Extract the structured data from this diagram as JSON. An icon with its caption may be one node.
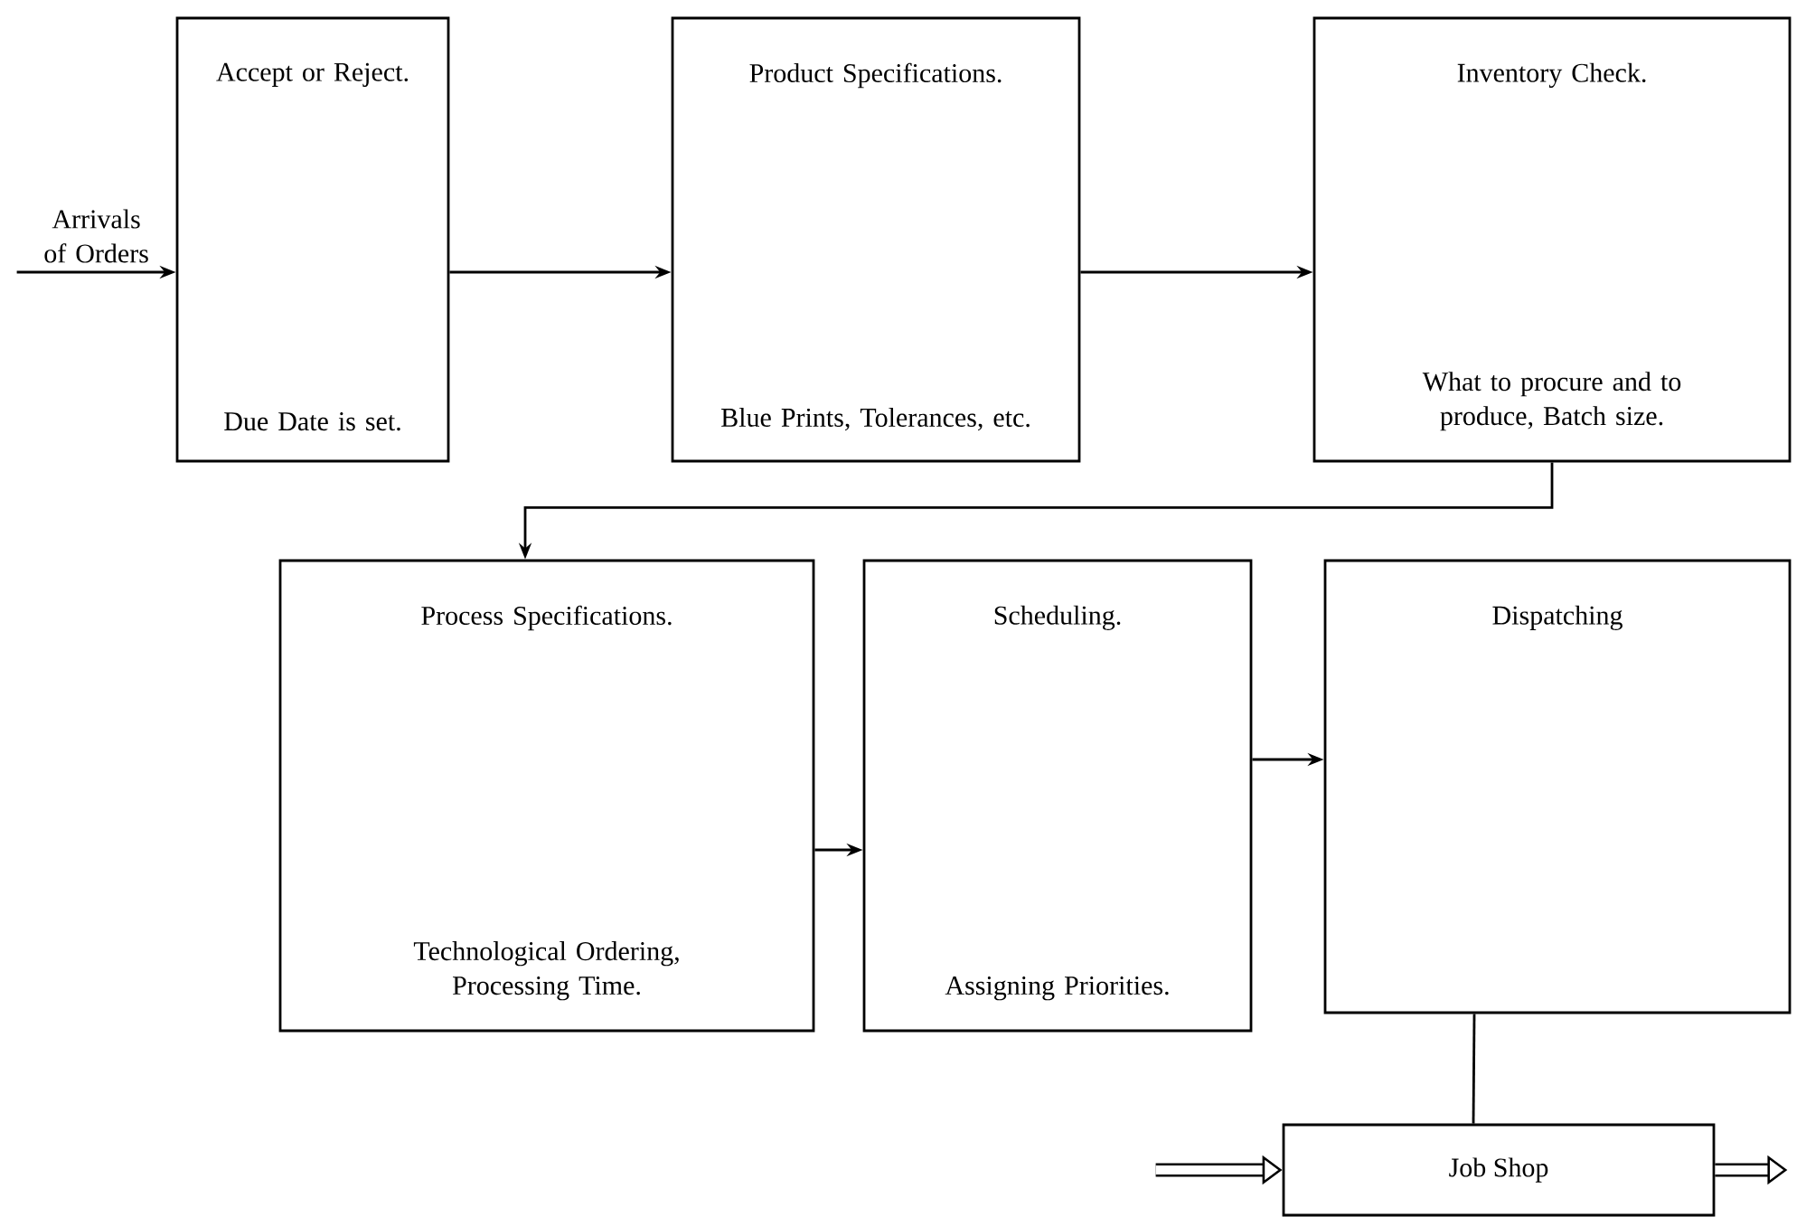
{
  "diagram": {
    "nodes": [
      {
        "text": [
          "Accept or Reject.",
          "Due Date is set."
        ]
      },
      {
        "text": [
          "Product Specifications.",
          "Blue Prints, Tolerances, etc."
        ]
      },
      {
        "text": [
          "Inventory Check.",
          "What to procure and to produce, Batch size."
        ]
      },
      {
        "text": [
          "Process Specifications.",
          "Technological Ordering, Processing Time."
        ]
      },
      {
        "text": [
          "Scheduling.",
          "Assigning Priorities."
        ]
      },
      {
        "text": [
          "Dispatching"
        ]
      },
      {
        "text": [
          "Job Shop"
        ]
      }
    ],
    "edges": [
      {
        "from": null,
        "to": 0,
        "arrow": "to",
        "label": "Arrivals of Orders"
      },
      {
        "from": 0,
        "to": 1,
        "arrow": "to"
      },
      {
        "from": 1,
        "to": 2,
        "arrow": "to"
      },
      {
        "from": 2,
        "to": 3,
        "arrow": "to"
      },
      {
        "from": 3,
        "to": 4,
        "arrow": "to"
      },
      {
        "from": 4,
        "to": 5,
        "arrow": "to"
      },
      {
        "from": 5,
        "to": 6,
        "arrow": "none"
      },
      {
        "from": null,
        "to": 6,
        "arrow": "to",
        "style": "thick"
      },
      {
        "from": 6,
        "to": null,
        "arrow": "to",
        "style": "thick"
      }
    ]
  }
}
